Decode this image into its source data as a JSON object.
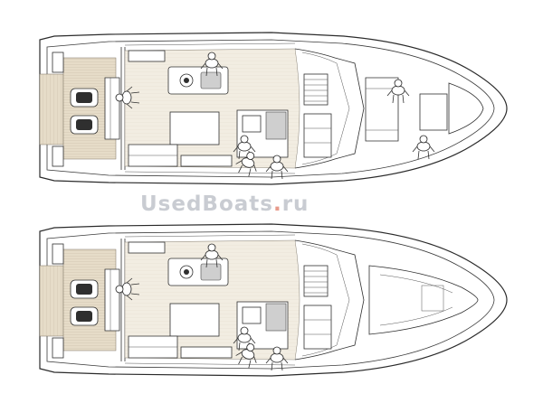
{
  "watermark": {
    "text_main": "UsedBoats",
    "text_dot": ".",
    "text_tld": "ru"
  },
  "colors": {
    "hull_stroke": "#2b2b2b",
    "deck": "#f2ede2",
    "teak": "#e6dcc8",
    "watermark": "#c9ccd2",
    "watermark_dot": "#e79a8a"
  },
  "layouts": [
    {
      "id": "top-layout",
      "variant": "forward-cabin-with-berth-and-seats"
    },
    {
      "id": "bottom-layout",
      "variant": "forward-cabin-open-berth"
    }
  ]
}
